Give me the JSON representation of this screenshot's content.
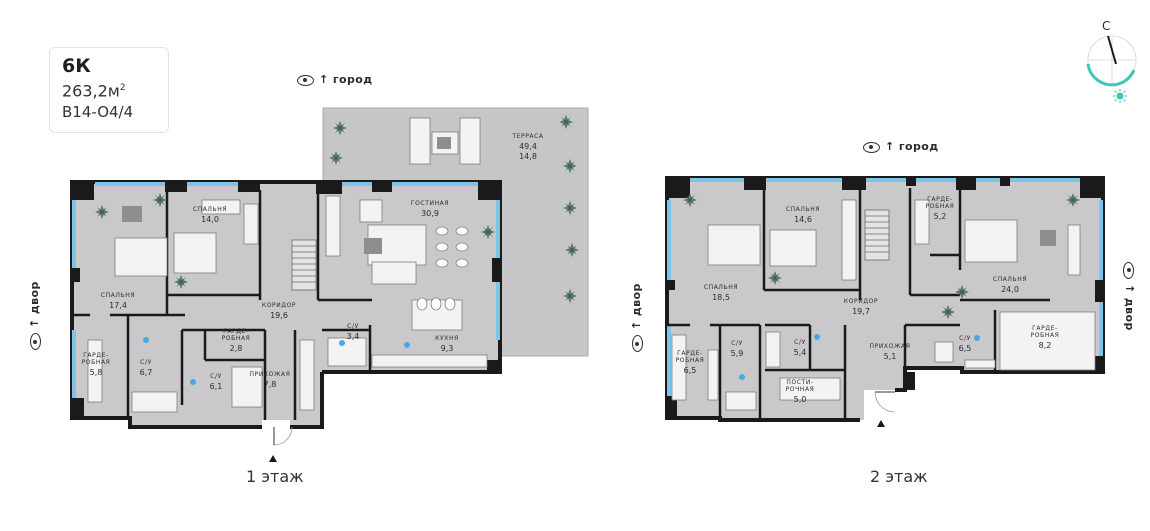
{
  "apartment": {
    "type": "6К",
    "area": "263,2м",
    "area_sup": "2",
    "code": "B14-O4/4"
  },
  "directions": {
    "city": "город",
    "yard": "двор",
    "compass_north": "С"
  },
  "floors": [
    {
      "label": "1 этаж",
      "rooms": [
        {
          "name": "спальня",
          "area": "14,0"
        },
        {
          "name": "спальня",
          "area": "17,4"
        },
        {
          "name": "гостиная",
          "area": "30,9"
        },
        {
          "name": "терраса",
          "area": "49,4",
          "area2": "14,8"
        },
        {
          "name": "коридор",
          "area": "19,6"
        },
        {
          "name": "кухня",
          "area": "9,3"
        },
        {
          "name": "гарде-робная",
          "area": "2,8"
        },
        {
          "name": "гарде-робная",
          "area": "5,8"
        },
        {
          "name": "с/у",
          "area": "6,7"
        },
        {
          "name": "с/у",
          "area": "6,1"
        },
        {
          "name": "с/у",
          "area": "3,4"
        },
        {
          "name": "прихожая",
          "area": "7,8"
        }
      ]
    },
    {
      "label": "2 этаж",
      "rooms": [
        {
          "name": "спальня",
          "area": "14,6"
        },
        {
          "name": "спальня",
          "area": "18,5"
        },
        {
          "name": "спальня",
          "area": "24,0"
        },
        {
          "name": "гарде-робная",
          "area": "5,2"
        },
        {
          "name": "коридор",
          "area": "19,7"
        },
        {
          "name": "гарде-робная",
          "area": "6,5"
        },
        {
          "name": "с/у",
          "area": "5,9"
        },
        {
          "name": "с/у",
          "area": "5,4"
        },
        {
          "name": "прихожая",
          "area": "5,1"
        },
        {
          "name": "с/у",
          "area": "6,5"
        },
        {
          "name": "гарде-робная",
          "area": "8,2"
        },
        {
          "name": "пости-рочная",
          "area": "5,0"
        }
      ]
    }
  ],
  "colors": {
    "wall": "#1a1a1a",
    "floor": "#c9c9cb",
    "window": "#7fc4e8",
    "plant": "#5a7a6a",
    "compass": "#3cc8b4"
  }
}
